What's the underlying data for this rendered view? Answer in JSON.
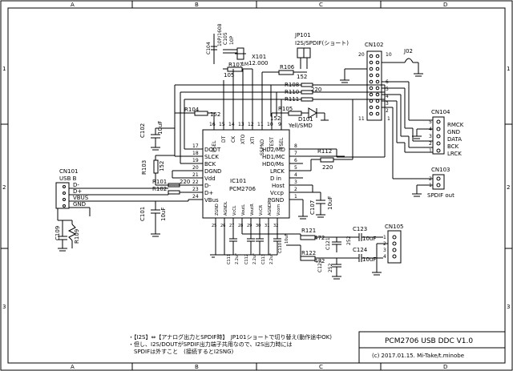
{
  "frame": {
    "cols": [
      "A",
      "B",
      "C",
      "D"
    ],
    "rows": [
      "1",
      "2",
      "3"
    ]
  },
  "ic101": {
    "ref": "IC101",
    "part": "PCM2706",
    "left_pins": [
      {
        "num": "17",
        "name": "DOUT"
      },
      {
        "num": "18",
        "name": "SLCK"
      },
      {
        "num": "19",
        "name": "BCK"
      },
      {
        "num": "20",
        "name": "DGND"
      },
      {
        "num": "21",
        "name": "Vdd"
      },
      {
        "num": "22",
        "name": "D-"
      },
      {
        "num": "23",
        "name": "D+"
      },
      {
        "num": "24",
        "name": "VBus"
      }
    ],
    "top_pins": [
      {
        "num": "16",
        "name": "PSEL"
      },
      {
        "num": "15",
        "name": "DT"
      },
      {
        "num": "14",
        "name": "CK"
      },
      {
        "num": "13",
        "name": "XTO"
      },
      {
        "num": "12",
        "name": "XTI"
      },
      {
        "num": "11",
        "name": "SSPND"
      },
      {
        "num": "10",
        "name": "TEST"
      },
      {
        "num": "9",
        "name": "FSEL"
      }
    ],
    "right_pins": [
      {
        "num": "8",
        "name": "HD2/MD"
      },
      {
        "num": "7",
        "name": "HD1/MC"
      },
      {
        "num": "6",
        "name": "HD0/Ms"
      },
      {
        "num": "5",
        "name": "LRCK"
      },
      {
        "num": "4",
        "name": "D in"
      },
      {
        "num": "3",
        "name": "Host"
      },
      {
        "num": "2",
        "name": "Vccp"
      },
      {
        "num": "1",
        "name": "PGND"
      }
    ],
    "bottom_pins": [
      {
        "num": "25",
        "name": "ZGND"
      },
      {
        "num": "26",
        "name": "AGNDL"
      },
      {
        "num": "27",
        "name": "VcCL"
      },
      {
        "num": "28",
        "name": "VoutL"
      },
      {
        "num": "29",
        "name": "VoutR"
      },
      {
        "num": "30",
        "name": "VcCR"
      },
      {
        "num": "31",
        "name": "AGNDR"
      },
      {
        "num": "32",
        "name": "Vcom"
      }
    ]
  },
  "components": {
    "c104": "C104",
    "c104_val": "10P/1608",
    "c105": "C105",
    "c105_val": "10P",
    "x101": "X101",
    "x101_val": "12.000",
    "r107": "R107",
    "r107_val": "1M",
    "r105_left": "105",
    "jp101": "JP101",
    "jp101_label": "I2S/SPDIF(ショート)",
    "r106": "R106",
    "r106_val": "152",
    "r108": "R108",
    "r110": "R110",
    "r111": "R111",
    "r108_val": "220",
    "r104": "R104",
    "r104_val": "152",
    "r105": "R105",
    "r105_val": "152",
    "d101": "D101",
    "d101_val": "Yell/SMD",
    "c102": "C102",
    "c102_val": "10uF",
    "r103": "R103",
    "r103_val": "152",
    "r101": "R101",
    "r102": "R102",
    "r101_val": "220",
    "r112": "R112",
    "r112_val": "220",
    "c101": "C101",
    "c101_val": "10uF",
    "c107": "C107",
    "c107_val": "10uF",
    "c111": "C111",
    "c111_val": "2.2uF",
    "c112": "C112",
    "c112_val": "2.2uF",
    "c113": "C113",
    "c113_val": "2.2uF",
    "c110": "C110",
    "c110_val": "10uF",
    "r121": "R121",
    "r121_val": "472",
    "r122": "R122",
    "r122_val": "472",
    "c121": "C121",
    "c121_val": "252",
    "c122": "C122",
    "c122_val": "252",
    "c123": "C123",
    "c123_val": "10uF",
    "c124": "C124",
    "c124_val": "10uF",
    "c109": "C109",
    "r109": "R109"
  },
  "cn101": {
    "ref": "CN101",
    "type": "USB B",
    "pins": [
      "D-",
      "D+",
      "VBUS",
      "GND"
    ]
  },
  "cn102": {
    "ref": "CN102",
    "pin_labels": {
      "p20": "20",
      "p10": "10",
      "p11": "11",
      "p1": "1",
      "p6": "6",
      "p5": "5",
      "p4": "4",
      "p3": "3",
      "p2": "2"
    },
    "j02": "J02"
  },
  "cn104": {
    "ref": "CN104",
    "pins": [
      {
        "num": "5",
        "name": "RMCK"
      },
      {
        "num": "4",
        "name": "GND"
      },
      {
        "num": "3",
        "name": "DATA"
      },
      {
        "num": "2",
        "name": "BCK"
      },
      {
        "num": "1",
        "name": "LRCK"
      }
    ]
  },
  "cn103": {
    "ref": "CN103",
    "label": "SPDIF out",
    "pins": [
      "2",
      "1"
    ]
  },
  "cn105": {
    "ref": "CN105",
    "pins": [
      "1",
      "2",
      "3",
      "4"
    ]
  },
  "notes": {
    "line1": "・【I2S】⇔【アナログ出力とSPDIF時】　JP101ショートで切り替え(動作途中OK)",
    "line2": "・但し、I2S/DOUTがSPDIF出力端子共用なので、I2S出力時には",
    "line3": "　SPDIFは外すこと　(接続するとI2SNG)"
  },
  "title_block": {
    "title": "PCM2706 USB DDC V1.0",
    "credit": "(c) 2017.01.15.  Mi-Take/t.minobe"
  }
}
